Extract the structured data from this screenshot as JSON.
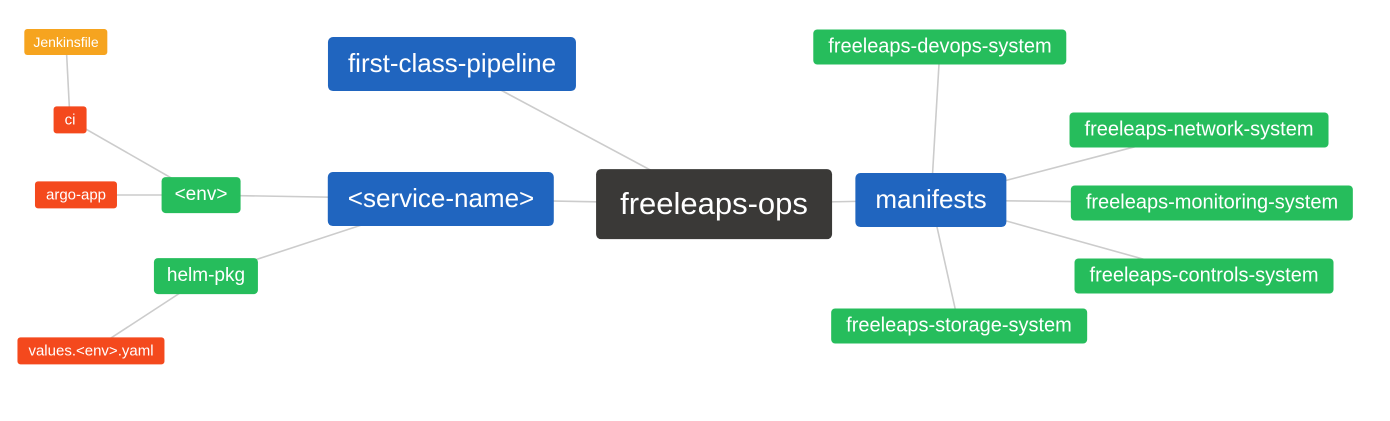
{
  "diagram": {
    "type": "mindmap",
    "colors": {
      "root": "#3a3937",
      "branch_blue": "#2065bf",
      "leaf_green": "#26bd5c",
      "accent_orange": "#f6a41f",
      "accent_red": "#f4491d",
      "edge": "#cccccc",
      "background": "#ffffff",
      "text": "#ffffff"
    },
    "nodes": {
      "root": {
        "label": "freeleaps-ops"
      },
      "service_name": {
        "label": "<service-name>"
      },
      "first_class_pipeline": {
        "label": "first-class-pipeline"
      },
      "manifests": {
        "label": "manifests"
      },
      "env": {
        "label": "<env>"
      },
      "helm_pkg": {
        "label": "helm-pkg"
      },
      "ci": {
        "label": "ci"
      },
      "jenkinsfile": {
        "label": "Jenkinsfile"
      },
      "argo_app": {
        "label": "argo-app"
      },
      "values_env_yaml": {
        "label": "values.<env>.yaml"
      },
      "devops_system": {
        "label": "freeleaps-devops-system"
      },
      "network_system": {
        "label": "freeleaps-network-system"
      },
      "monitoring_system": {
        "label": "freeleaps-monitoring-system"
      },
      "controls_system": {
        "label": "freeleaps-controls-system"
      },
      "storage_system": {
        "label": "freeleaps-storage-system"
      }
    },
    "edges": [
      {
        "from": "jenkinsfile",
        "to": "ci"
      },
      {
        "from": "ci",
        "to": "env"
      },
      {
        "from": "argo_app",
        "to": "env"
      },
      {
        "from": "env",
        "to": "service_name"
      },
      {
        "from": "helm_pkg",
        "to": "service_name"
      },
      {
        "from": "values_env_yaml",
        "to": "helm_pkg"
      },
      {
        "from": "service_name",
        "to": "root"
      },
      {
        "from": "first_class_pipeline",
        "to": "root"
      },
      {
        "from": "root",
        "to": "manifests"
      },
      {
        "from": "manifests",
        "to": "devops_system"
      },
      {
        "from": "manifests",
        "to": "network_system"
      },
      {
        "from": "manifests",
        "to": "monitoring_system"
      },
      {
        "from": "manifests",
        "to": "controls_system"
      },
      {
        "from": "manifests",
        "to": "storage_system"
      }
    ]
  }
}
